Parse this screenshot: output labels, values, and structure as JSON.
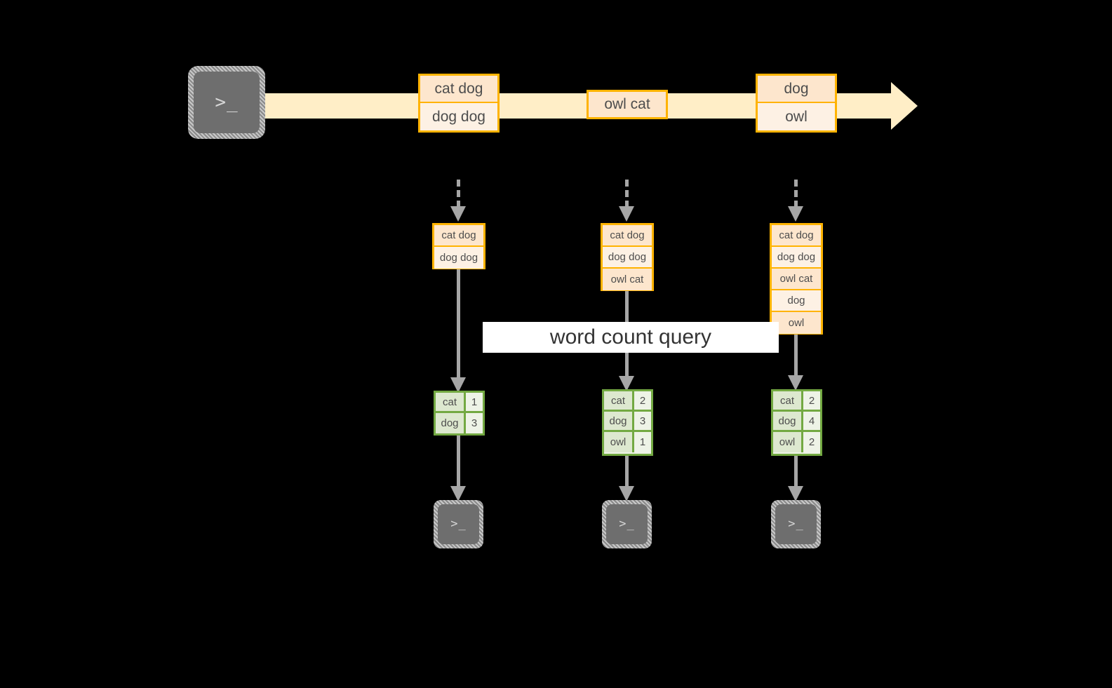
{
  "diagram": {
    "title_banner": {
      "label": "word count query"
    },
    "source": {
      "icon": "terminal-icon",
      "prompt": ">_"
    },
    "stream": {
      "arrow_icon": "stream-arrow-icon",
      "messages": [
        {
          "rows": [
            {
              "text": "cat dog",
              "shade": "dark"
            },
            {
              "text": "dog dog",
              "shade": "pale"
            }
          ]
        },
        {
          "rows": [
            {
              "text": "owl cat",
              "shade": "dark"
            }
          ]
        },
        {
          "rows": [
            {
              "text": "dog",
              "shade": "dark"
            },
            {
              "text": "owl",
              "shade": "pale"
            }
          ]
        }
      ]
    },
    "snapshots": [
      {
        "arrow_icon": "dashed-arrow-down-icon",
        "rows": [
          {
            "text": "cat dog",
            "shade": "dark"
          },
          {
            "text": "dog dog",
            "shade": "pale"
          }
        ]
      },
      {
        "arrow_icon": "dashed-arrow-down-icon",
        "rows": [
          {
            "text": "cat dog",
            "shade": "dark"
          },
          {
            "text": "dog dog",
            "shade": "pale"
          },
          {
            "text": "owl cat",
            "shade": "dark"
          }
        ]
      },
      {
        "arrow_icon": "dashed-arrow-down-icon",
        "rows": [
          {
            "text": "cat dog",
            "shade": "dark"
          },
          {
            "text": "dog dog",
            "shade": "pale"
          },
          {
            "text": "owl cat",
            "shade": "dark"
          },
          {
            "text": "dog",
            "shade": "pale"
          },
          {
            "text": "owl",
            "shade": "dark"
          }
        ]
      }
    ],
    "results": [
      {
        "rows": [
          {
            "word": "cat",
            "count": "1"
          },
          {
            "word": "dog",
            "count": "3"
          }
        ]
      },
      {
        "rows": [
          {
            "word": "cat",
            "count": "2"
          },
          {
            "word": "dog",
            "count": "3"
          },
          {
            "word": "owl",
            "count": "1"
          }
        ]
      },
      {
        "rows": [
          {
            "word": "cat",
            "count": "2"
          },
          {
            "word": "dog",
            "count": "4"
          },
          {
            "word": "owl",
            "count": "2"
          }
        ]
      }
    ],
    "sinks": [
      {
        "icon": "terminal-icon",
        "prompt": ">_"
      },
      {
        "icon": "terminal-icon",
        "prompt": ">_"
      },
      {
        "icon": "terminal-icon",
        "prompt": ">_"
      }
    ],
    "colors": {
      "background": "#000000",
      "stream_fill": "#ffeec7",
      "message_border": "#ffb300",
      "message_fill_dark": "#fde6cd",
      "message_fill_pale": "#fdf1e4",
      "result_border": "#73a942",
      "result_fill_word": "#dde8cf",
      "result_fill_count": "#eef3e7",
      "connector": "#a6a6a6",
      "terminal_body": "#6e6e6e",
      "banner_fill": "#ffffff"
    }
  }
}
